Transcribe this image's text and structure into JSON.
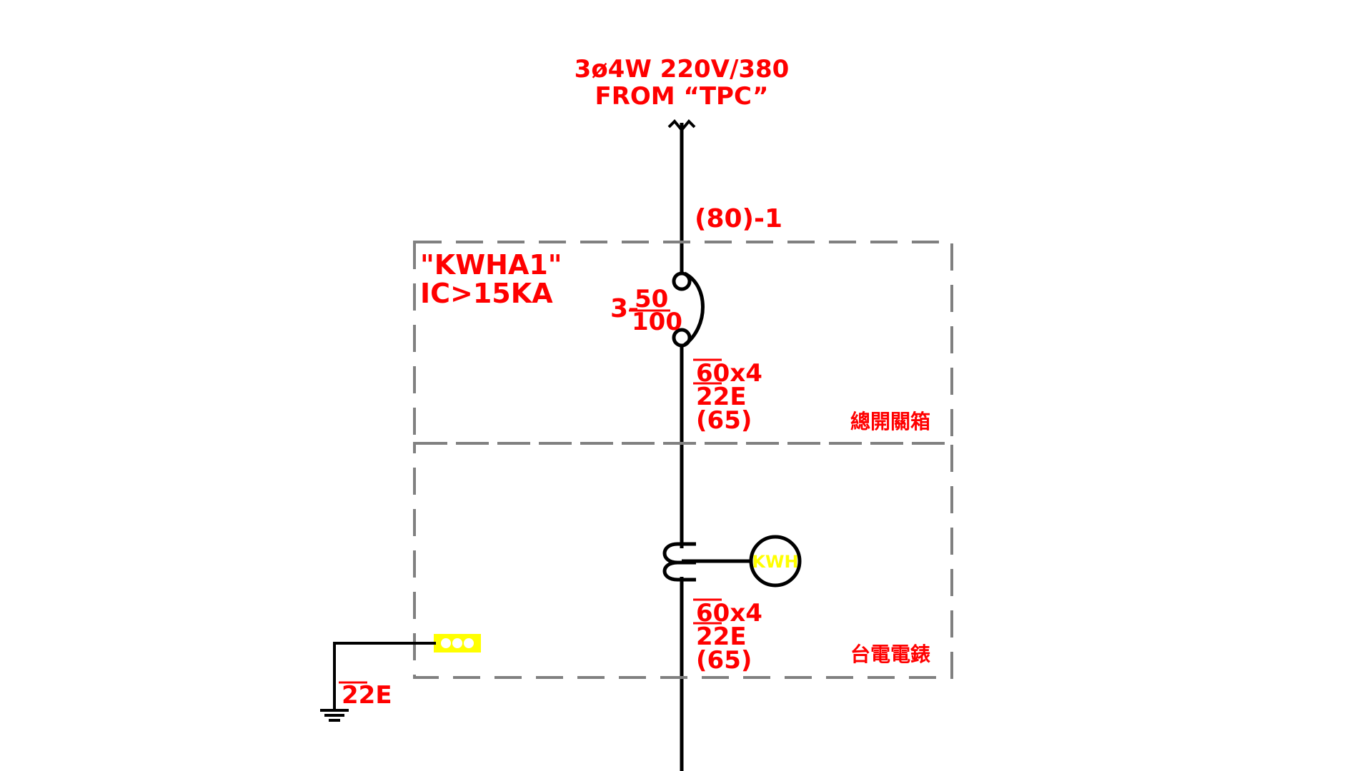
{
  "supply": {
    "line1": "3ø4W 220V/380",
    "line2": "FROM “TPC”"
  },
  "feeder_label": "(80)-1",
  "upper_box": {
    "name": "\"KWHA1\"",
    "rating": "IC>15KA",
    "section_label": "總開關箱"
  },
  "breaker": {
    "poles": "3-",
    "trip": "50",
    "frame": "100"
  },
  "cable_1": {
    "conductor": "60x4",
    "ground": "22E",
    "conduit": "(65)"
  },
  "meter": {
    "label": "KWH"
  },
  "cable_2": {
    "conductor": "60x4",
    "ground": "22E",
    "conduit": "(65)"
  },
  "lower_box": {
    "section_label": "台電電錶"
  },
  "ground_wire": {
    "label": "22E"
  },
  "colors": {
    "text": "#ff0000",
    "box": "#808080",
    "wire": "#000000",
    "meter_text": "#ffff00",
    "terminal": "#ffff00"
  }
}
